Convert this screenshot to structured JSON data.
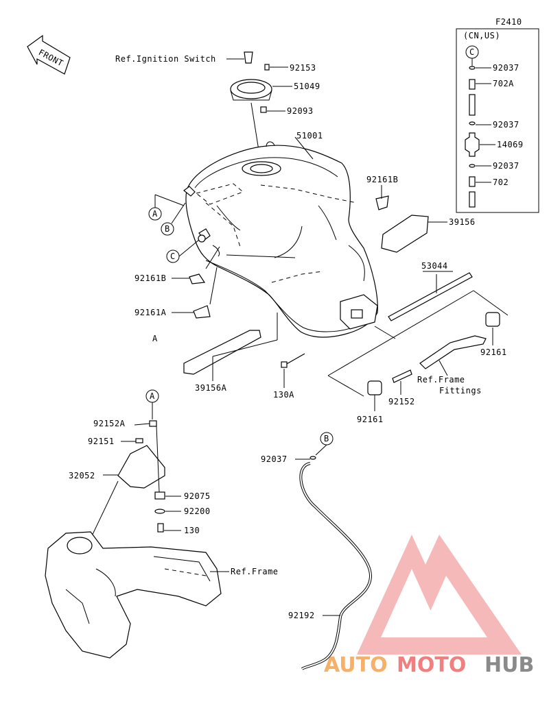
{
  "figure_code": "F2410",
  "front_label": "FRONT",
  "inset": {
    "header": "(CN,US)",
    "marker": "C"
  },
  "markers": {
    "A": "A",
    "B": "B",
    "C": "C"
  },
  "labels": {
    "ref_ignition_switch": "Ref.Ignition Switch",
    "p92153": "92153",
    "p51049": "51049",
    "p92093": "92093",
    "p51001": "51001",
    "p92161B_top": "92161B",
    "p39156": "39156",
    "p92161B_left": "92161B",
    "p92161A": "92161A",
    "p53044": "53044",
    "p39156A": "39156A",
    "p130A": "130A",
    "p92161_right": "92161",
    "ref_frame_fittings_1": "Ref.Frame",
    "ref_frame_fittings_2": "Fittings",
    "p92152": "92152",
    "p92161_bottom": "92161",
    "p92152A": "92152A",
    "p92151": "92151",
    "p32052": "32052",
    "p92075": "92075",
    "p92200": "92200",
    "p130": "130",
    "ref_frame": "Ref.Frame",
    "p92037_hose": "92037",
    "p92192": "92192",
    "inset_92037_a": "92037",
    "inset_702A": "702A",
    "inset_92037_b": "92037",
    "inset_14069": "14069",
    "inset_92037_c": "92037",
    "inset_702": "702"
  },
  "watermark": {
    "part1": "AUTO",
    "part2": "MOTO",
    "part3": "HUB"
  },
  "colors": {
    "line": "#000000",
    "watermark_red": "#f08080",
    "watermark_orange": "#f5b06a",
    "watermark_grey": "#8a8a8a"
  }
}
